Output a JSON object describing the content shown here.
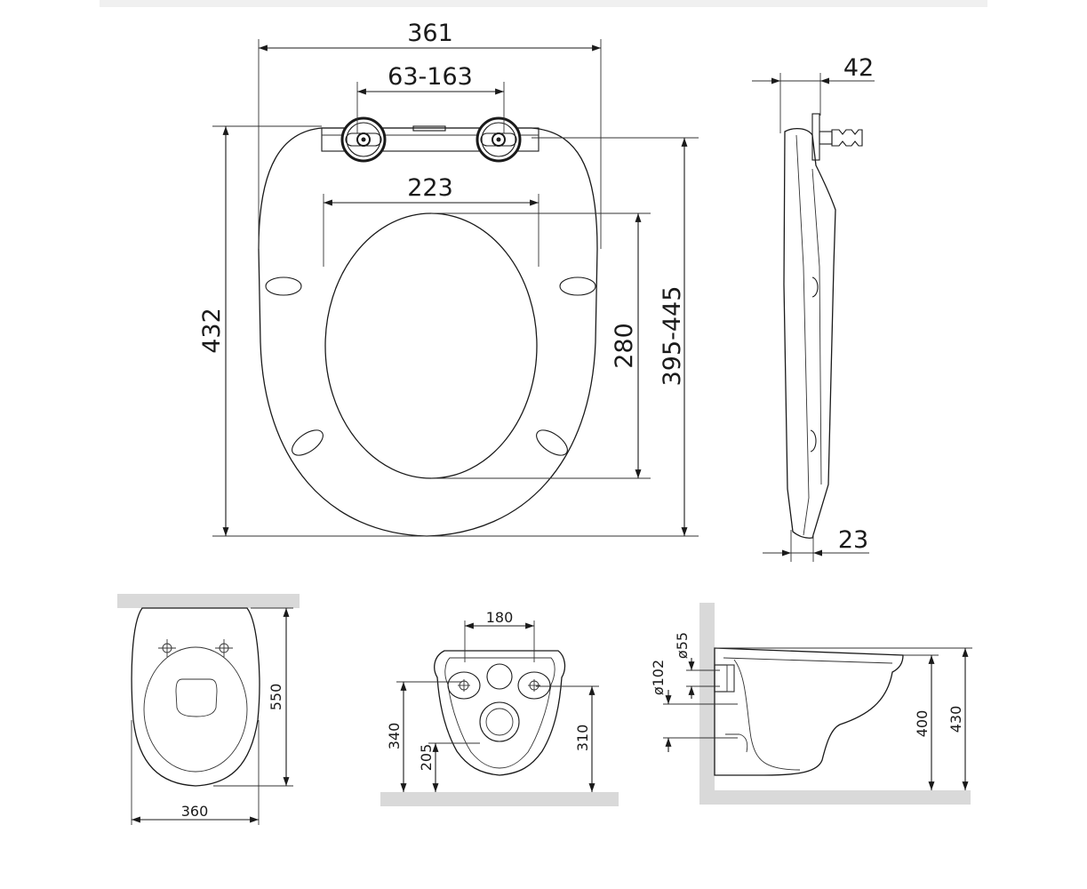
{
  "seat_top_view": {
    "width_total": "361",
    "hinge_spacing": "63-163",
    "inner_width": "223",
    "length_total": "432",
    "inner_length": "280",
    "fixing_range": "395-445"
  },
  "seat_side_view": {
    "hinge_depth": "42",
    "thickness": "23"
  },
  "bowl_top_view": {
    "length": "550",
    "width": "360"
  },
  "bowl_rear_view": {
    "bolt_spacing": "180",
    "bolt_height": "340",
    "inlet_height": "205",
    "outlet_height": "310"
  },
  "bowl_side_view": {
    "inlet_diameter": "ø55",
    "outlet_diameter": "ø102",
    "bowl_height": "400",
    "rim_height": "430"
  },
  "colors": {
    "line": "#1a1a1a",
    "wall": "#d9d9d9",
    "background": "#ffffff"
  }
}
